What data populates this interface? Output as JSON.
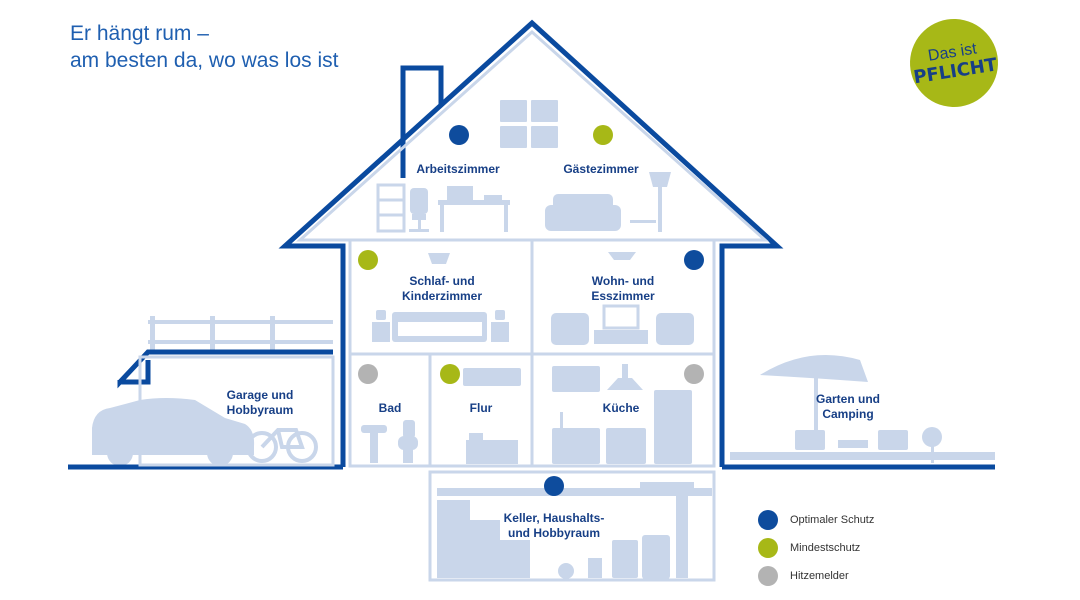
{
  "colors": {
    "house_outline": "#0a4a9f",
    "furniture": "#c9d6ea",
    "room_label": "#173f86",
    "headline": "#1f5fb0",
    "optimal_blue": "#0e4c9d",
    "minimum_green": "#a7b817",
    "heat_grey": "#b3b3b3",
    "badge_bg": "#a7b817",
    "badge_text": "#173f86"
  },
  "headline": {
    "line1": "Er hängt rum –",
    "line2": "am besten da, wo was los ist"
  },
  "badge": {
    "line1": "Das ist",
    "line2": "PFLICHT"
  },
  "rooms": [
    {
      "name": "arbeitszimmer",
      "lines": [
        "Arbeitszimmer"
      ],
      "status": "optimal"
    },
    {
      "name": "gaestezimmer",
      "lines": [
        "Gästezimmer"
      ],
      "status": "minimum"
    },
    {
      "name": "schlafzimmer",
      "lines": [
        "Schlaf- und",
        "Kinderzimmer"
      ],
      "status": "minimum"
    },
    {
      "name": "wohnzimmer",
      "lines": [
        "Wohn- und",
        "Esszimmer"
      ],
      "status": "optimal"
    },
    {
      "name": "bad",
      "lines": [
        "Bad"
      ],
      "status": "heat"
    },
    {
      "name": "flur",
      "lines": [
        "Flur"
      ],
      "status": "minimum"
    },
    {
      "name": "kueche",
      "lines": [
        "Küche"
      ],
      "status": "heat"
    },
    {
      "name": "garage",
      "lines": [
        "Garage und",
        "Hobbyraum"
      ],
      "status": "none"
    },
    {
      "name": "garten",
      "lines": [
        "Garten und",
        "Camping"
      ],
      "status": "none"
    },
    {
      "name": "keller",
      "lines": [
        "Keller, Haushalts-",
        "und Hobbyraum"
      ],
      "status": "optimal"
    }
  ],
  "legend": [
    {
      "status": "optimal",
      "label": "Optimaler Schutz"
    },
    {
      "status": "minimum",
      "label": "Mindestschutz"
    },
    {
      "status": "heat",
      "label": "Hitzemelder"
    }
  ]
}
